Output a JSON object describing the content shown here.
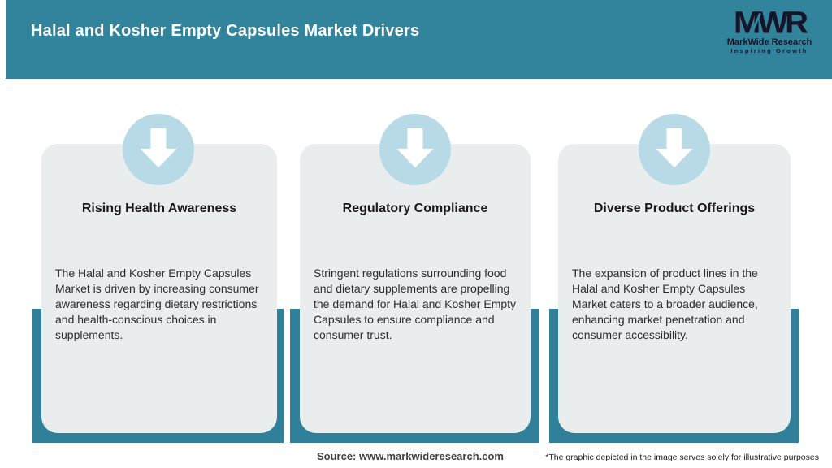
{
  "header": {
    "title": "Halal and Kosher Empty Capsules Market Drivers",
    "logo": {
      "acronym": "MWR",
      "name": "MarkWide Research",
      "tagline": "Inspiring Growth"
    }
  },
  "cards": [
    {
      "icon": "down-arrow-icon",
      "title": "Rising Health Awareness",
      "description": "The Halal and Kosher Empty Capsules Market is driven by increasing consumer awareness regarding dietary restrictions and health-conscious choices in supplements."
    },
    {
      "icon": "down-arrow-icon",
      "title": "Regulatory Compliance",
      "description": "Stringent regulations surrounding food and dietary supplements are propelling the demand for Halal and Kosher Empty Capsules to ensure compliance and consumer trust."
    },
    {
      "icon": "down-arrow-icon",
      "title": "Diverse Product Offerings",
      "description": "The expansion of product lines in the Halal and Kosher Empty Capsules Market caters to a broader audience, enhancing market penetration and consumer accessibility."
    }
  ],
  "footer": {
    "source": "Source: www.markwideresearch.com",
    "disclaimer": "*The graphic depicted in the image serves solely for illustrative purposes"
  },
  "colors": {
    "header_teal": "#32849c",
    "band_teal": "#30809a",
    "circle_blue": "#b7dae6",
    "card_gray": "#e9edee"
  }
}
